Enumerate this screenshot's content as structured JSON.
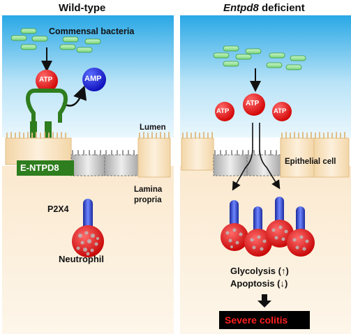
{
  "panels": {
    "left_title": "Wild-type",
    "right_title_italic": "Entpd8",
    "right_title_rest": " deficient"
  },
  "labels": {
    "commensal_bacteria": "Commensal bacteria",
    "atp": "ATP",
    "amp": "AMP",
    "entpd8": "E-NTPD8",
    "lumen": "Lumen",
    "lamina_line1": "Lamina",
    "lamina_line2": "propria",
    "p2x4": "P2X4",
    "neutrophil": "Neutrophil",
    "epithelial_cell": "Epithelial cell",
    "glycolysis": "Glycolysis (↑)",
    "apoptosis": "Apoptosis (↓)",
    "outcome": "Severe colitis"
  },
  "colors": {
    "atp_red": "#e01010",
    "amp_blue": "#1a1ad6",
    "entpd8_green": "#2e7d1e",
    "receptor_blue": "#2538b8",
    "lumen_blue": "#29a8e6",
    "outcome_bg": "#000000",
    "outcome_text": "#ff2020"
  }
}
